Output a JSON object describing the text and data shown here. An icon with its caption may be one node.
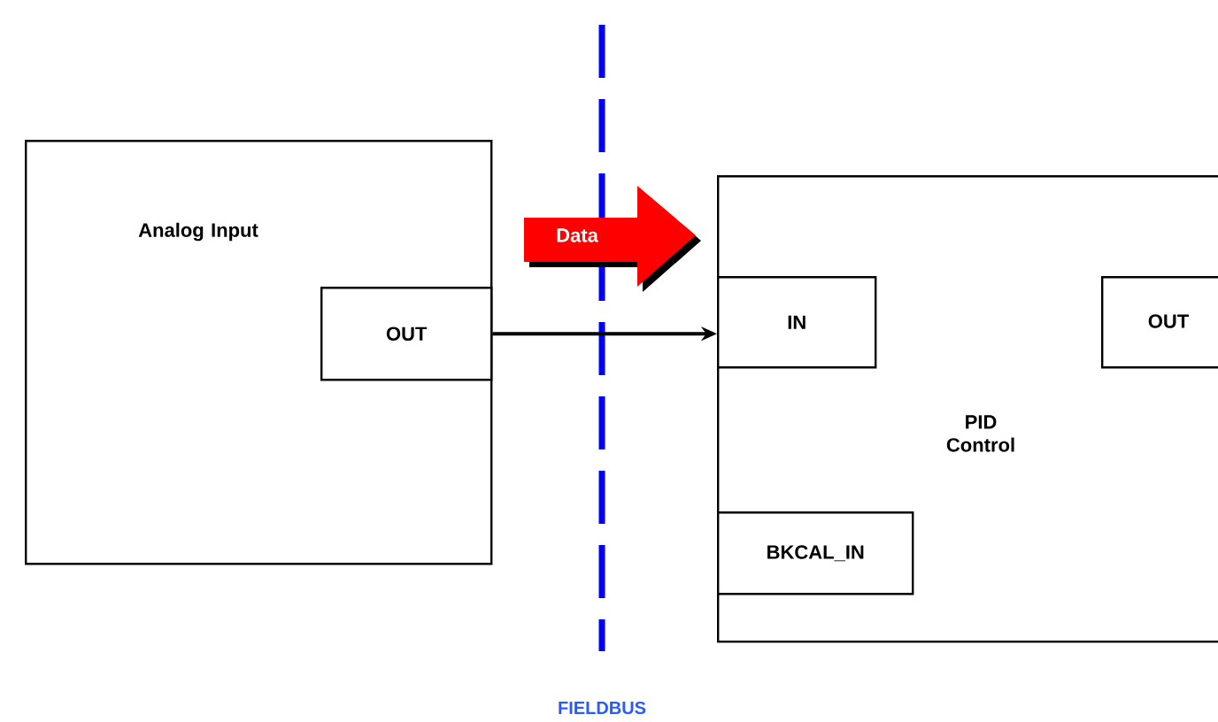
{
  "diagram": {
    "nodes": [
      {
        "text": [
          "Analog Input"
        ]
      },
      {
        "text": [
          "OUT"
        ],
        "in": 0
      },
      {
        "text": [
          "PID Control"
        ]
      },
      {
        "text": [
          "IN"
        ],
        "in": 2
      },
      {
        "text": [
          "OUT"
        ],
        "in": 2
      },
      {
        "text": [
          "BKCAL_IN"
        ],
        "in": 2
      },
      {
        "text": [
          "Data"
        ]
      }
    ],
    "edges": [
      {
        "from": 1,
        "to": 3,
        "arrow": "to"
      }
    ],
    "labels": [
      "FIELDBUS"
    ]
  }
}
